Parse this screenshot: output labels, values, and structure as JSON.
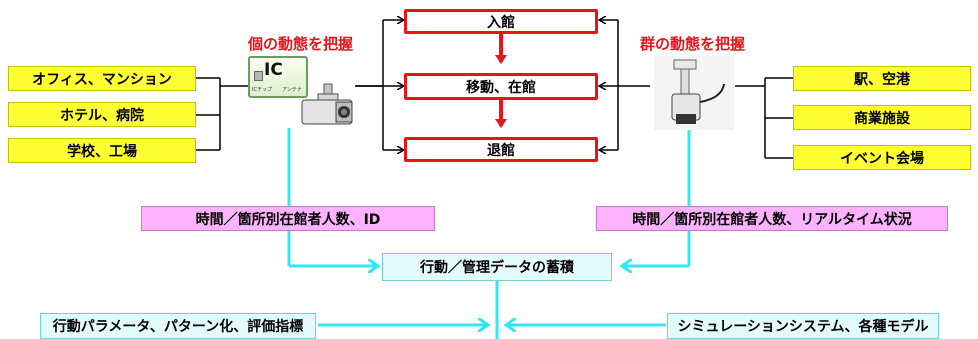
{
  "individual": {
    "title": "個の動態を把握",
    "sources": [
      "オフィス、マンション",
      "ホテル、病院",
      "学校、工場"
    ],
    "ic_card": {
      "label": "IC",
      "small_left": "ICチップ",
      "small_right": "アンテナ"
    },
    "data_label": "時間／箇所別在館者人数、ID"
  },
  "group": {
    "title": "群の動態を把握",
    "sources": [
      "駅、空港",
      "商業施設",
      "イベント会場"
    ],
    "data_label": "時間／箇所別在館者人数、リアルタイム状況"
  },
  "flow": {
    "stages": [
      "入館",
      "移動、在館",
      "退館"
    ]
  },
  "accumulation": {
    "label": "行動／管理データの蓄積"
  },
  "outputs": {
    "left": "行動パラメータ、パターン化、評価指標",
    "right": "シミュレーションシステム、各種モデル"
  },
  "colors": {
    "yellow": "#ffff33",
    "red": "#e8141b",
    "pink": "#ffb3ff",
    "cyan": "#33e6f0",
    "cyan_box": "#e4fbfb"
  }
}
